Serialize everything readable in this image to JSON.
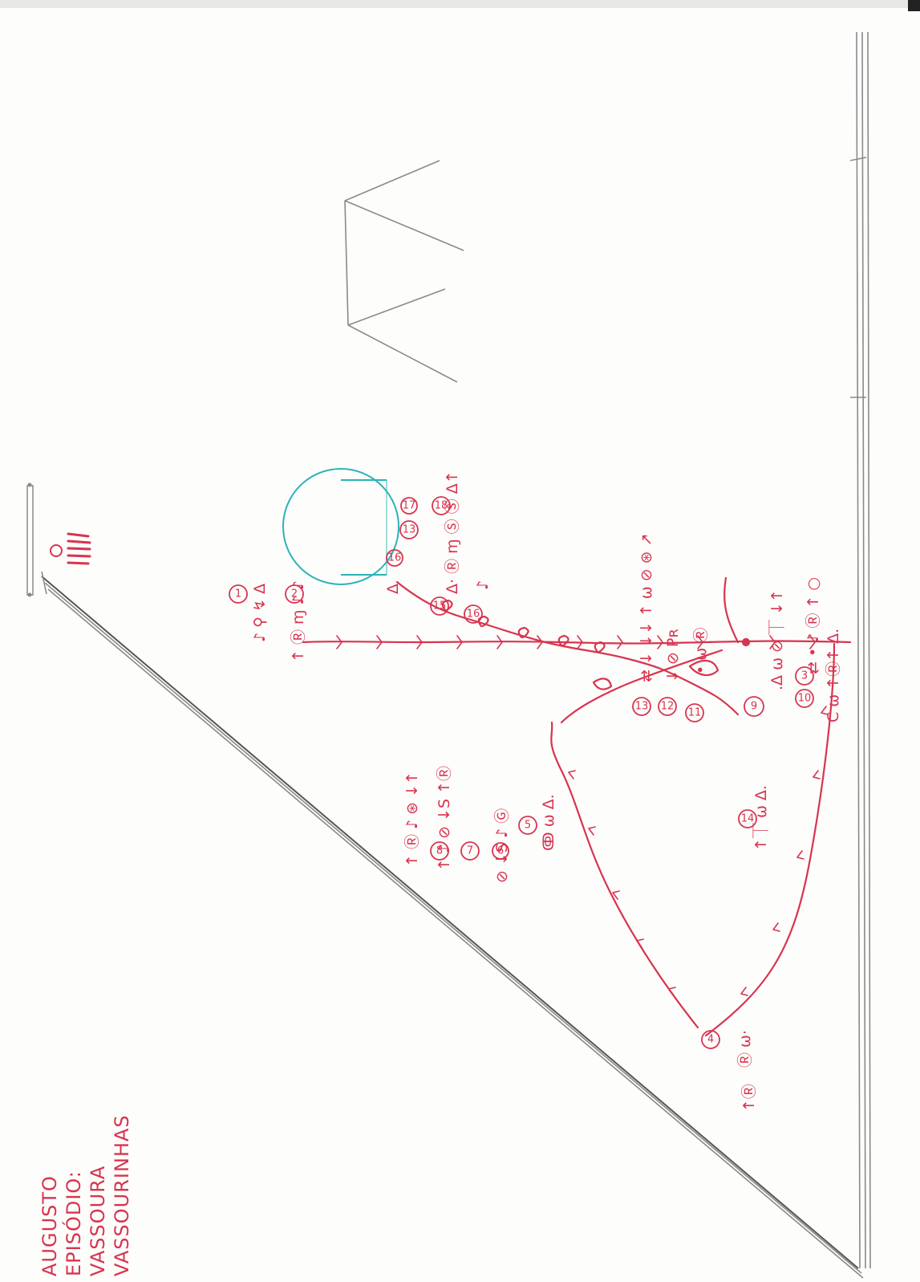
{
  "title": {
    "line1": "AUGUSTO",
    "line2": "EPISÓDIO:",
    "line3": "VASSOURA",
    "line4": "VASSOURINHAS"
  },
  "colors": {
    "ink": "#d8344f",
    "pencil": "#8a8a8a",
    "circle": "#2bb3b8"
  },
  "steps": [
    "1",
    "2",
    "3",
    "4",
    "5",
    "6",
    "7",
    "8",
    "9",
    "10",
    "11",
    "12",
    "13",
    "13",
    "14",
    "15",
    "16",
    "16",
    "17",
    "18"
  ],
  "notes": {
    "n1": "♪ ⚲ ↯ Δ",
    "n1b": "↑ Ⓡ ɱ ♪ ♪",
    "n3": "C ω ↑Ⓡ↑ Δ.",
    "n4": "Ⓡ ω·",
    "n4b": "↑Ⓡ",
    "n5": "ↂ ω Δ.",
    "n7": "⊘ ↓S ♪ Ⓖ",
    "n8a": "↑ Ⓡ ♪ ⊛ ↓↑",
    "n8b": "↑ ♪ ⊘ ↓S ↑Ⓡ",
    "n9": ".Δ ω ⊘ ⏉ ↓↑",
    "n10": "⇄ • ♪ Ⓡ ↑ ○",
    "n11": "• ω Ⓡ",
    "n12": "↓ ⊘ Pʀ",
    "n13": "⇄ ↓ ↓↓ ↑ ω ⊘ ⊛ ↗",
    "n14": "↑⏉ ω Δ.",
    "n15": "Δ· Ⓡ ɱ Ⓢ Ⓢ Δ↑",
    "n16": "♪",
    "n17": "Δ"
  }
}
